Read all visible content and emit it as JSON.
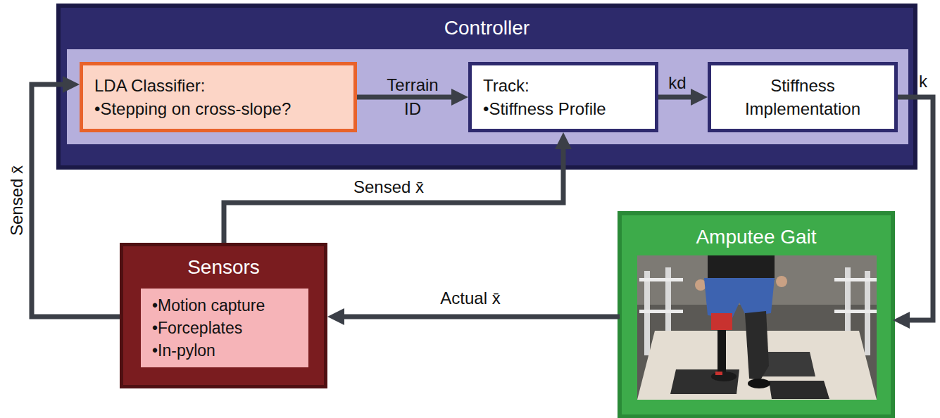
{
  "diagram": {
    "nodes": [
      {
        "text": [
          "Controller"
        ]
      },
      {
        "text": [
          "LDA Classifier:",
          "•Stepping on cross-slope?"
        ],
        "in": 0
      },
      {
        "text": [
          "Track:",
          "•Stiffness Profile"
        ],
        "in": 0
      },
      {
        "text": [
          "Stiffness Implementation"
        ],
        "in": 0
      },
      {
        "text": [
          "Amputee Gait"
        ]
      },
      {
        "text": [
          "Sensors"
        ]
      },
      {
        "text": [
          "•Motion capture",
          "•Forceplates",
          "•In-pylon"
        ],
        "in": 5
      }
    ],
    "edges": [
      {
        "from": 1,
        "to": 2,
        "label": "Terrain ID",
        "arrow": "to"
      },
      {
        "from": 2,
        "to": 3,
        "label": "kd",
        "arrow": "to"
      },
      {
        "from": 3,
        "to": 4,
        "label": "k",
        "arrow": "to"
      },
      {
        "from": 4,
        "to": 5,
        "label": "Actual x̄",
        "arrow": "to"
      },
      {
        "from": 5,
        "to": 1,
        "label": "Sensed x̄",
        "arrow": "to"
      },
      {
        "from": 5,
        "to": 2,
        "label": "Sensed x̄",
        "arrow": "to"
      }
    ]
  }
}
